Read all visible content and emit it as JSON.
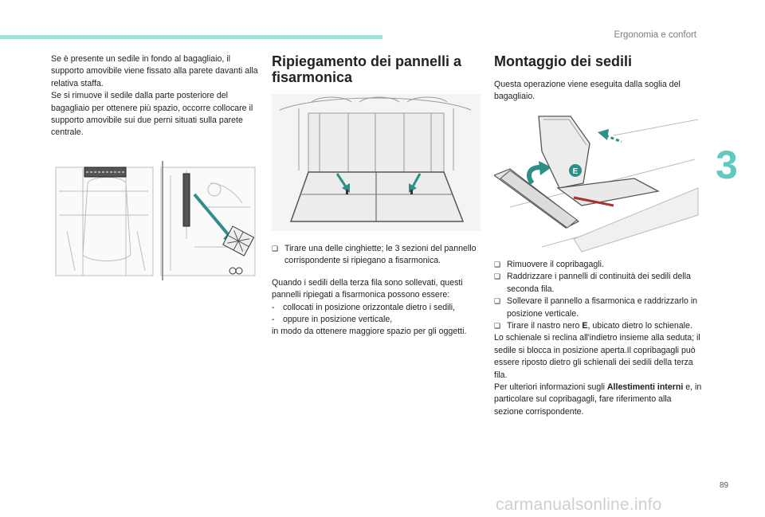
{
  "header": {
    "section": "Ergonomia e confort",
    "tab_number": "3",
    "page_number": "89"
  },
  "watermark": "carmanualsonline.info",
  "left": {
    "paragraph1": "Se è presente un sedile in fondo al bagagliaio, il supporto amovibile viene fissato alla parete davanti alla relativa staffa.",
    "paragraph2": "Se si rimuove il sedile dalla parte posteriore del bagagliaio per ottenere più spazio, occorre collocare il supporto amovibile sui due perni situati sulla parete centrale."
  },
  "middle": {
    "title": "Ripiegamento dei pannelli a fisarmonica",
    "bullet1": "Tirare una delle cinghiette; le 3 sezioni del pannello corrispondente si ripiegano a fisarmonica.",
    "para": "Quando i sedili della terza fila sono sollevati, questi pannelli ripiegati a fisarmonica possono essere:",
    "dash1": "collocati in posizione orizzontale dietro i sedili,",
    "dash2": "oppure in posizione verticale,",
    "closing": "in modo da ottenere maggiore spazio per gli oggetti."
  },
  "right": {
    "title": "Montaggio dei sedili",
    "intro": "Questa operazione viene eseguita dalla soglia del bagagliaio.",
    "figure_label": "E",
    "bullets": [
      "Rimuovere il copribagagli.",
      "Raddrizzare i pannelli di continuità dei sedili della seconda fila.",
      "Sollevare il pannello a fisarmonica e raddrizzarlo in posizione verticale."
    ],
    "bullet4_pre": "Tirare il nastro nero ",
    "bullet4_bold": "E",
    "bullet4_post": ", ubicato dietro lo schienale.",
    "para1": "Lo schienale si reclina all'indietro insieme alla seduta; il sedile si blocca in posizione aperta.Il copribagagli può essere riposto dietro gli schienali dei sedili della terza fila.",
    "para2_pre": "Per ulteriori informazioni sugli ",
    "para2_bold": "Allestimenti interni",
    "para2_post": " e, in particolare sul copribagagli, fare riferimento alla sezione corrispondente."
  },
  "colors": {
    "accent": "#62c9c0",
    "topbar": "#9fe0d7",
    "arrow": "#2f8f88"
  }
}
